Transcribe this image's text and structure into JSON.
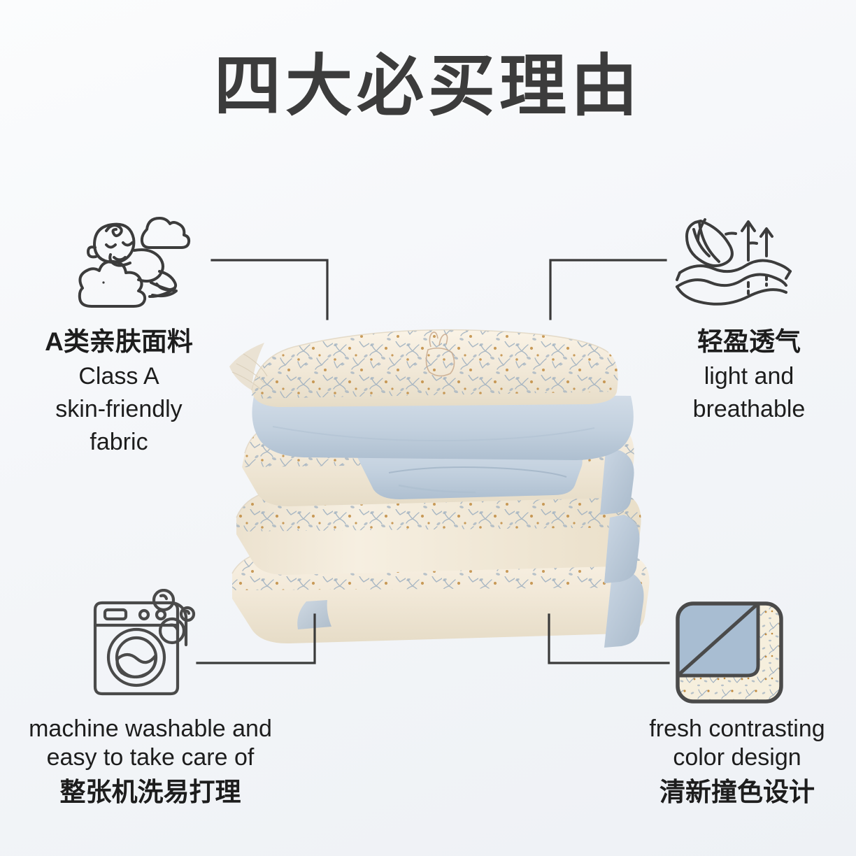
{
  "page": {
    "title_cn": "四大必买理由",
    "background_color": "#f4f6f9",
    "line_color": "#3a3a3a"
  },
  "features": [
    {
      "id": "skin-friendly",
      "position": "top-left",
      "icon": "baby-on-cloud-icon",
      "cn": "A类亲肤面料",
      "en_line1": "Class A",
      "en_line2": "skin-friendly",
      "en_line3": "fabric"
    },
    {
      "id": "breathable",
      "position": "top-right",
      "icon": "feather-fabric-airflow-icon",
      "cn": "轻盈透气",
      "en_line1": "light and",
      "en_line2": "breathable"
    },
    {
      "id": "machine-washable",
      "position": "bottom-left",
      "icon": "washing-machine-icon",
      "en_line1": "machine washable and",
      "en_line2": "easy to take care of",
      "cn": "整张机洗易打理"
    },
    {
      "id": "contrasting-color",
      "position": "bottom-right",
      "icon": "two-tone-fabric-swatch-icon",
      "en_line1": "fresh contrasting",
      "en_line2": "color design",
      "cn": "清新撞色设计"
    }
  ],
  "product": {
    "name": "folded-quilt-and-pillow-stack",
    "colors": {
      "floral_base": "#f3ead9",
      "floral_leaf": "#9fb0c0",
      "floral_berry": "#c08a3e",
      "lining_blue": "#c3d0de"
    }
  }
}
